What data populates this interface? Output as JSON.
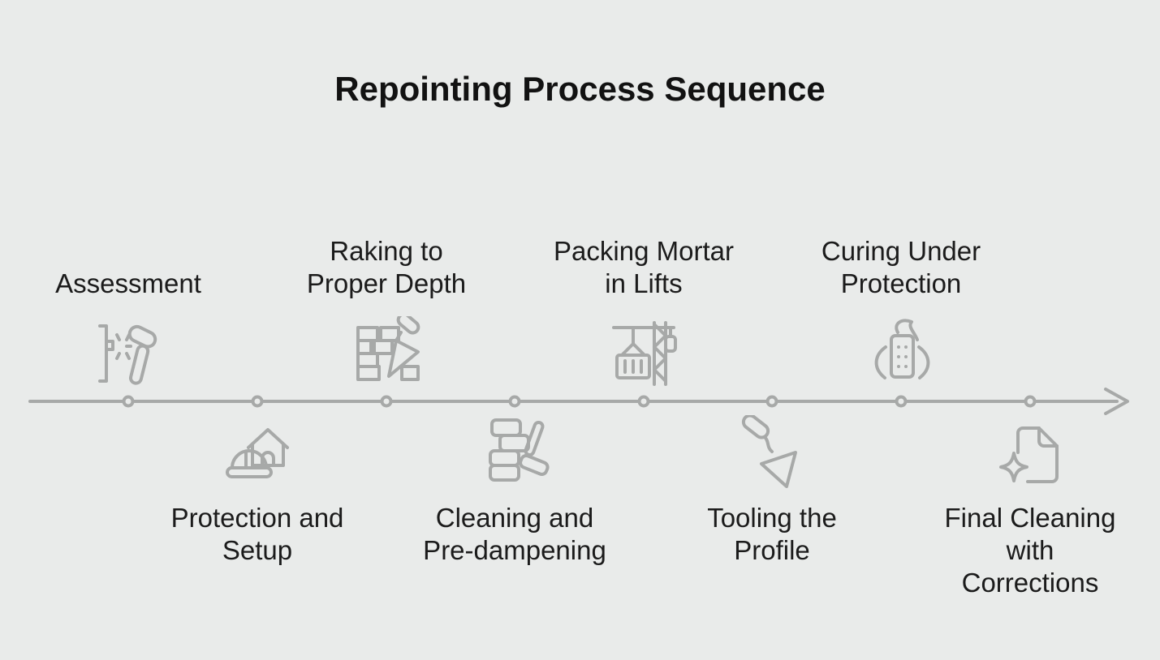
{
  "title": "Repointing Process Sequence",
  "colors": {
    "background": "#e9ebea",
    "title_text": "#121212",
    "label_text": "#1b1b1b",
    "line": "#a7a9a8",
    "icon": "#a7a9a8"
  },
  "timeline": {
    "type": "horizontal-process-sequence",
    "direction": "left-to-right-arrow",
    "node_count": 8,
    "steps": [
      {
        "order": 1,
        "position": "above",
        "icon": "inspection-hammer-icon",
        "label": "Assessment",
        "lines": [
          "Assessment"
        ]
      },
      {
        "order": 2,
        "position": "below",
        "icon": "house-hardhat-icon",
        "label": "Protection and Setup",
        "lines": [
          "Protection and",
          "Setup"
        ]
      },
      {
        "order": 3,
        "position": "above",
        "icon": "brick-wall-trowel-icon",
        "label": "Raking to Proper Depth",
        "lines": [
          "Raking to",
          "Proper Depth"
        ]
      },
      {
        "order": 4,
        "position": "below",
        "icon": "brick-stack-brush-icon",
        "label": "Cleaning and Pre-dampening",
        "lines": [
          "Cleaning and",
          "Pre-dampening"
        ]
      },
      {
        "order": 5,
        "position": "above",
        "icon": "mortar-hoist-icon",
        "label": "Packing Mortar in Lifts",
        "lines": [
          "Packing Mortar",
          "in Lifts"
        ]
      },
      {
        "order": 6,
        "position": "below",
        "icon": "pointing-trowel-icon",
        "label": "Tooling the Profile",
        "lines": [
          "Tooling the",
          "Profile"
        ]
      },
      {
        "order": 7,
        "position": "above",
        "icon": "curing-flame-building-icon",
        "label": "Curing Under Protection",
        "lines": [
          "Curing Under",
          "Protection"
        ]
      },
      {
        "order": 8,
        "position": "below",
        "icon": "sparkle-document-icon",
        "label": "Final Cleaning with Corrections",
        "lines": [
          "Final Cleaning",
          "with",
          "Corrections"
        ]
      }
    ]
  }
}
